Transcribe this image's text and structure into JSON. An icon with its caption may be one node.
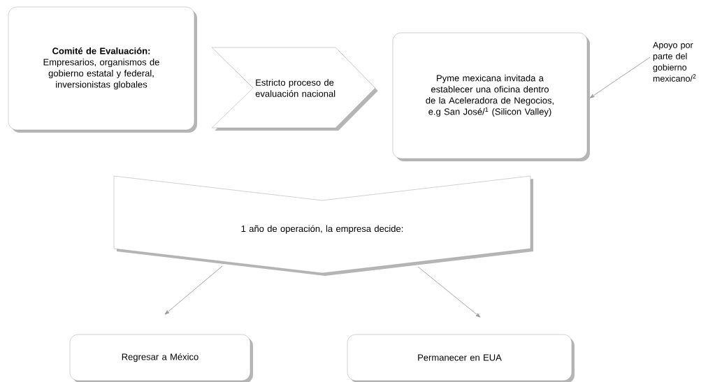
{
  "diagram": {
    "nodes": [
      {
        "text": [
          "Comité de Evaluación:",
          "Empresarios, organismos de gobierno estatal y federal, inversionistas globales"
        ]
      },
      {
        "text": [
          "Pyme mexicana invitada a establecer una oficina dentro de la Aceleradora de Negocios, e.g San José/$^{1}$ (Silicon Valley)"
        ]
      },
      {
        "text": [
          "Apoyo por parte del gobierno mexicano/$^{2}$"
        ]
      },
      {
        "text": [
          "1 año de operación, la empresa decide:"
        ]
      },
      {
        "text": [
          "Regresar a México"
        ]
      },
      {
        "text": [
          "Permanecer en EUA"
        ]
      }
    ],
    "edges": [
      {
        "from": 0,
        "to": 1,
        "arrow": "to",
        "label": "Estricto proceso de evaluación nacional"
      },
      {
        "from": 2,
        "to": 1,
        "arrow": "to"
      },
      {
        "from": 3,
        "to": 4,
        "arrow": "to"
      },
      {
        "from": 3,
        "to": 5,
        "arrow": "to"
      }
    ]
  }
}
